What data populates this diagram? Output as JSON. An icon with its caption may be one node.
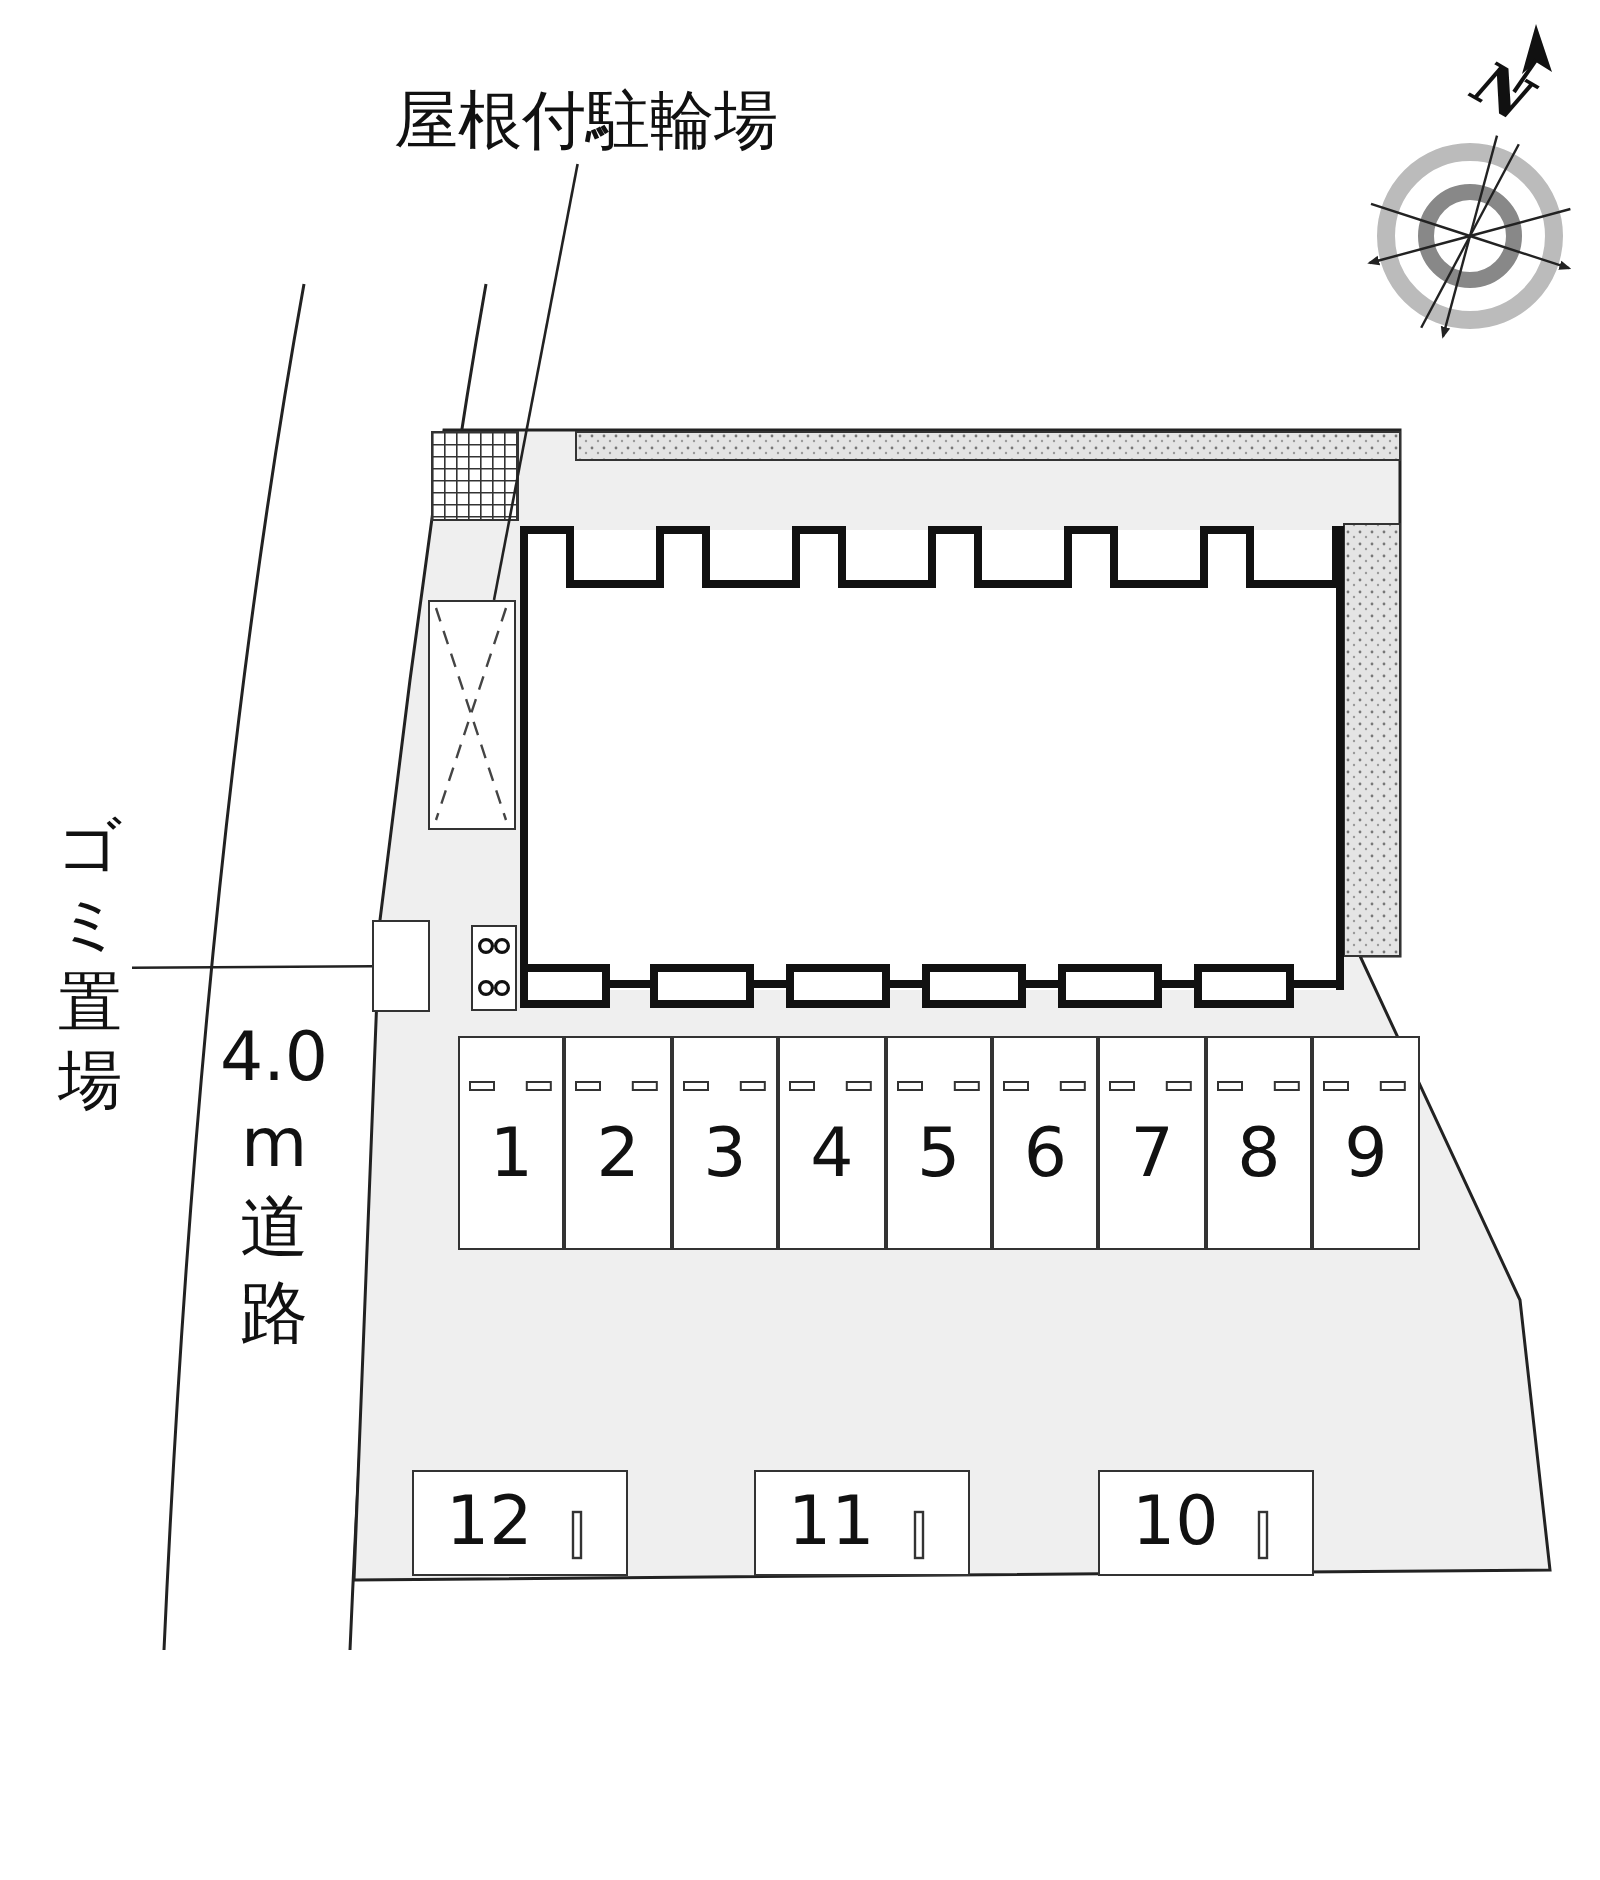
{
  "diagram": {
    "nodes": [
      {
        "text": [
          "屋根付駐輪場"
        ]
      },
      {
        "text": [],
        "shape": "box"
      },
      {
        "text": [
          "ゴミ置場"
        ]
      },
      {
        "text": [],
        "shape": "box"
      },
      {
        "text": [
          "1"
        ]
      },
      {
        "text": [
          "2"
        ]
      },
      {
        "text": [
          "3"
        ]
      },
      {
        "text": [
          "4"
        ]
      },
      {
        "text": [
          "5"
        ]
      },
      {
        "text": [
          "6"
        ]
      },
      {
        "text": [
          "7"
        ]
      },
      {
        "text": [
          "8"
        ]
      },
      {
        "text": [
          "9"
        ]
      },
      {
        "text": [
          "12"
        ]
      },
      {
        "text": [
          "11"
        ]
      },
      {
        "text": [
          "10"
        ]
      }
    ],
    "edges": [
      {
        "from": 0,
        "to": 1,
        "arrow": "none"
      },
      {
        "from": 2,
        "to": 3,
        "arrow": "none"
      }
    ],
    "labels": [
      "N",
      "4.0m道路"
    ]
  }
}
